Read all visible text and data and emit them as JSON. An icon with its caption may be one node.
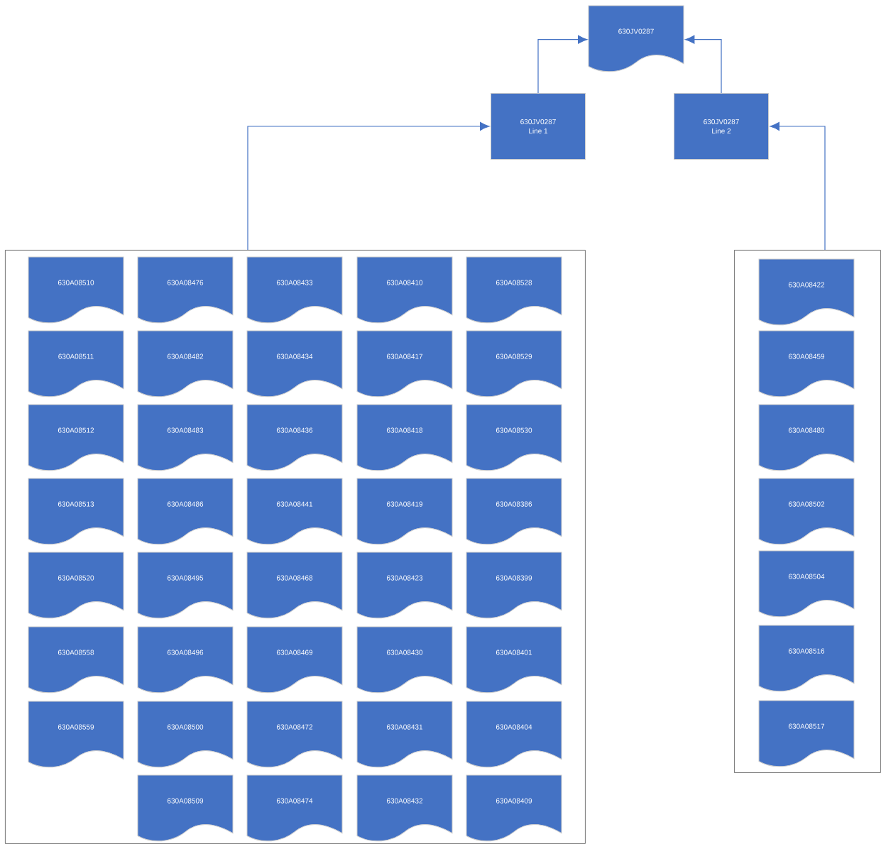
{
  "diagram": {
    "nodes": [
      {
        "text": [
          "630JV0287"
        ]
      },
      {
        "text": [
          "630JV0287",
          "Line 1"
        ]
      },
      {
        "text": [
          "630JV0287",
          "Line 2"
        ]
      },
      {
        "text": [],
        "shape": "box"
      },
      {
        "text": [
          "630A08510"
        ],
        "in": 3
      },
      {
        "text": [
          "630A08476"
        ],
        "in": 3
      },
      {
        "text": [
          "630A08433"
        ],
        "in": 3
      },
      {
        "text": [
          "630A08410"
        ],
        "in": 3
      },
      {
        "text": [
          "630A08528"
        ],
        "in": 3
      },
      {
        "text": [
          "630A08511"
        ],
        "in": 3
      },
      {
        "text": [
          "630A08482"
        ],
        "in": 3
      },
      {
        "text": [
          "630A08434"
        ],
        "in": 3
      },
      {
        "text": [
          "630A08417"
        ],
        "in": 3
      },
      {
        "text": [
          "630A08529"
        ],
        "in": 3
      },
      {
        "text": [
          "630A08512"
        ],
        "in": 3
      },
      {
        "text": [
          "630A08483"
        ],
        "in": 3
      },
      {
        "text": [
          "630A08436"
        ],
        "in": 3
      },
      {
        "text": [
          "630A08418"
        ],
        "in": 3
      },
      {
        "text": [
          "630A08530"
        ],
        "in": 3
      },
      {
        "text": [
          "630A08513"
        ],
        "in": 3
      },
      {
        "text": [
          "630A08486"
        ],
        "in": 3
      },
      {
        "text": [
          "630A08441"
        ],
        "in": 3
      },
      {
        "text": [
          "630A08419"
        ],
        "in": 3
      },
      {
        "text": [
          "630A08386"
        ],
        "in": 3
      },
      {
        "text": [
          "630A08520"
        ],
        "in": 3
      },
      {
        "text": [
          "630A08495"
        ],
        "in": 3
      },
      {
        "text": [
          "630A08468"
        ],
        "in": 3
      },
      {
        "text": [
          "630A08423"
        ],
        "in": 3
      },
      {
        "text": [
          "630A08399"
        ],
        "in": 3
      },
      {
        "text": [
          "630A08558"
        ],
        "in": 3
      },
      {
        "text": [
          "630A08496"
        ],
        "in": 3
      },
      {
        "text": [
          "630A08469"
        ],
        "in": 3
      },
      {
        "text": [
          "630A08430"
        ],
        "in": 3
      },
      {
        "text": [
          "630A08401"
        ],
        "in": 3
      },
      {
        "text": [
          "630A08559"
        ],
        "in": 3
      },
      {
        "text": [
          "630A08500"
        ],
        "in": 3
      },
      {
        "text": [
          "630A08472"
        ],
        "in": 3
      },
      {
        "text": [
          "630A08431"
        ],
        "in": 3
      },
      {
        "text": [
          "630A08404"
        ],
        "in": 3
      },
      {
        "text": [
          "630A08509"
        ],
        "in": 3
      },
      {
        "text": [
          "630A08474"
        ],
        "in": 3
      },
      {
        "text": [
          "630A08432"
        ],
        "in": 3
      },
      {
        "text": [
          "630A08409"
        ],
        "in": 3
      },
      {
        "text": [],
        "shape": "box"
      },
      {
        "text": [
          "630A08422"
        ],
        "in": 43
      },
      {
        "text": [
          "630A08459"
        ],
        "in": 43
      },
      {
        "text": [
          "630A08480"
        ],
        "in": 43
      },
      {
        "text": [
          "630A08502"
        ],
        "in": 43
      },
      {
        "text": [
          "630A08504"
        ],
        "in": 43
      },
      {
        "text": [
          "630A08516"
        ],
        "in": 43
      },
      {
        "text": [
          "630A08517"
        ],
        "in": 43
      }
    ],
    "edges": [
      {
        "from": 1,
        "to": 0,
        "arrow": "to"
      },
      {
        "from": 2,
        "to": 0,
        "arrow": "to"
      },
      {
        "from": 3,
        "to": 1,
        "arrow": "to"
      },
      {
        "from": 43,
        "to": 2,
        "arrow": "to"
      }
    ]
  }
}
